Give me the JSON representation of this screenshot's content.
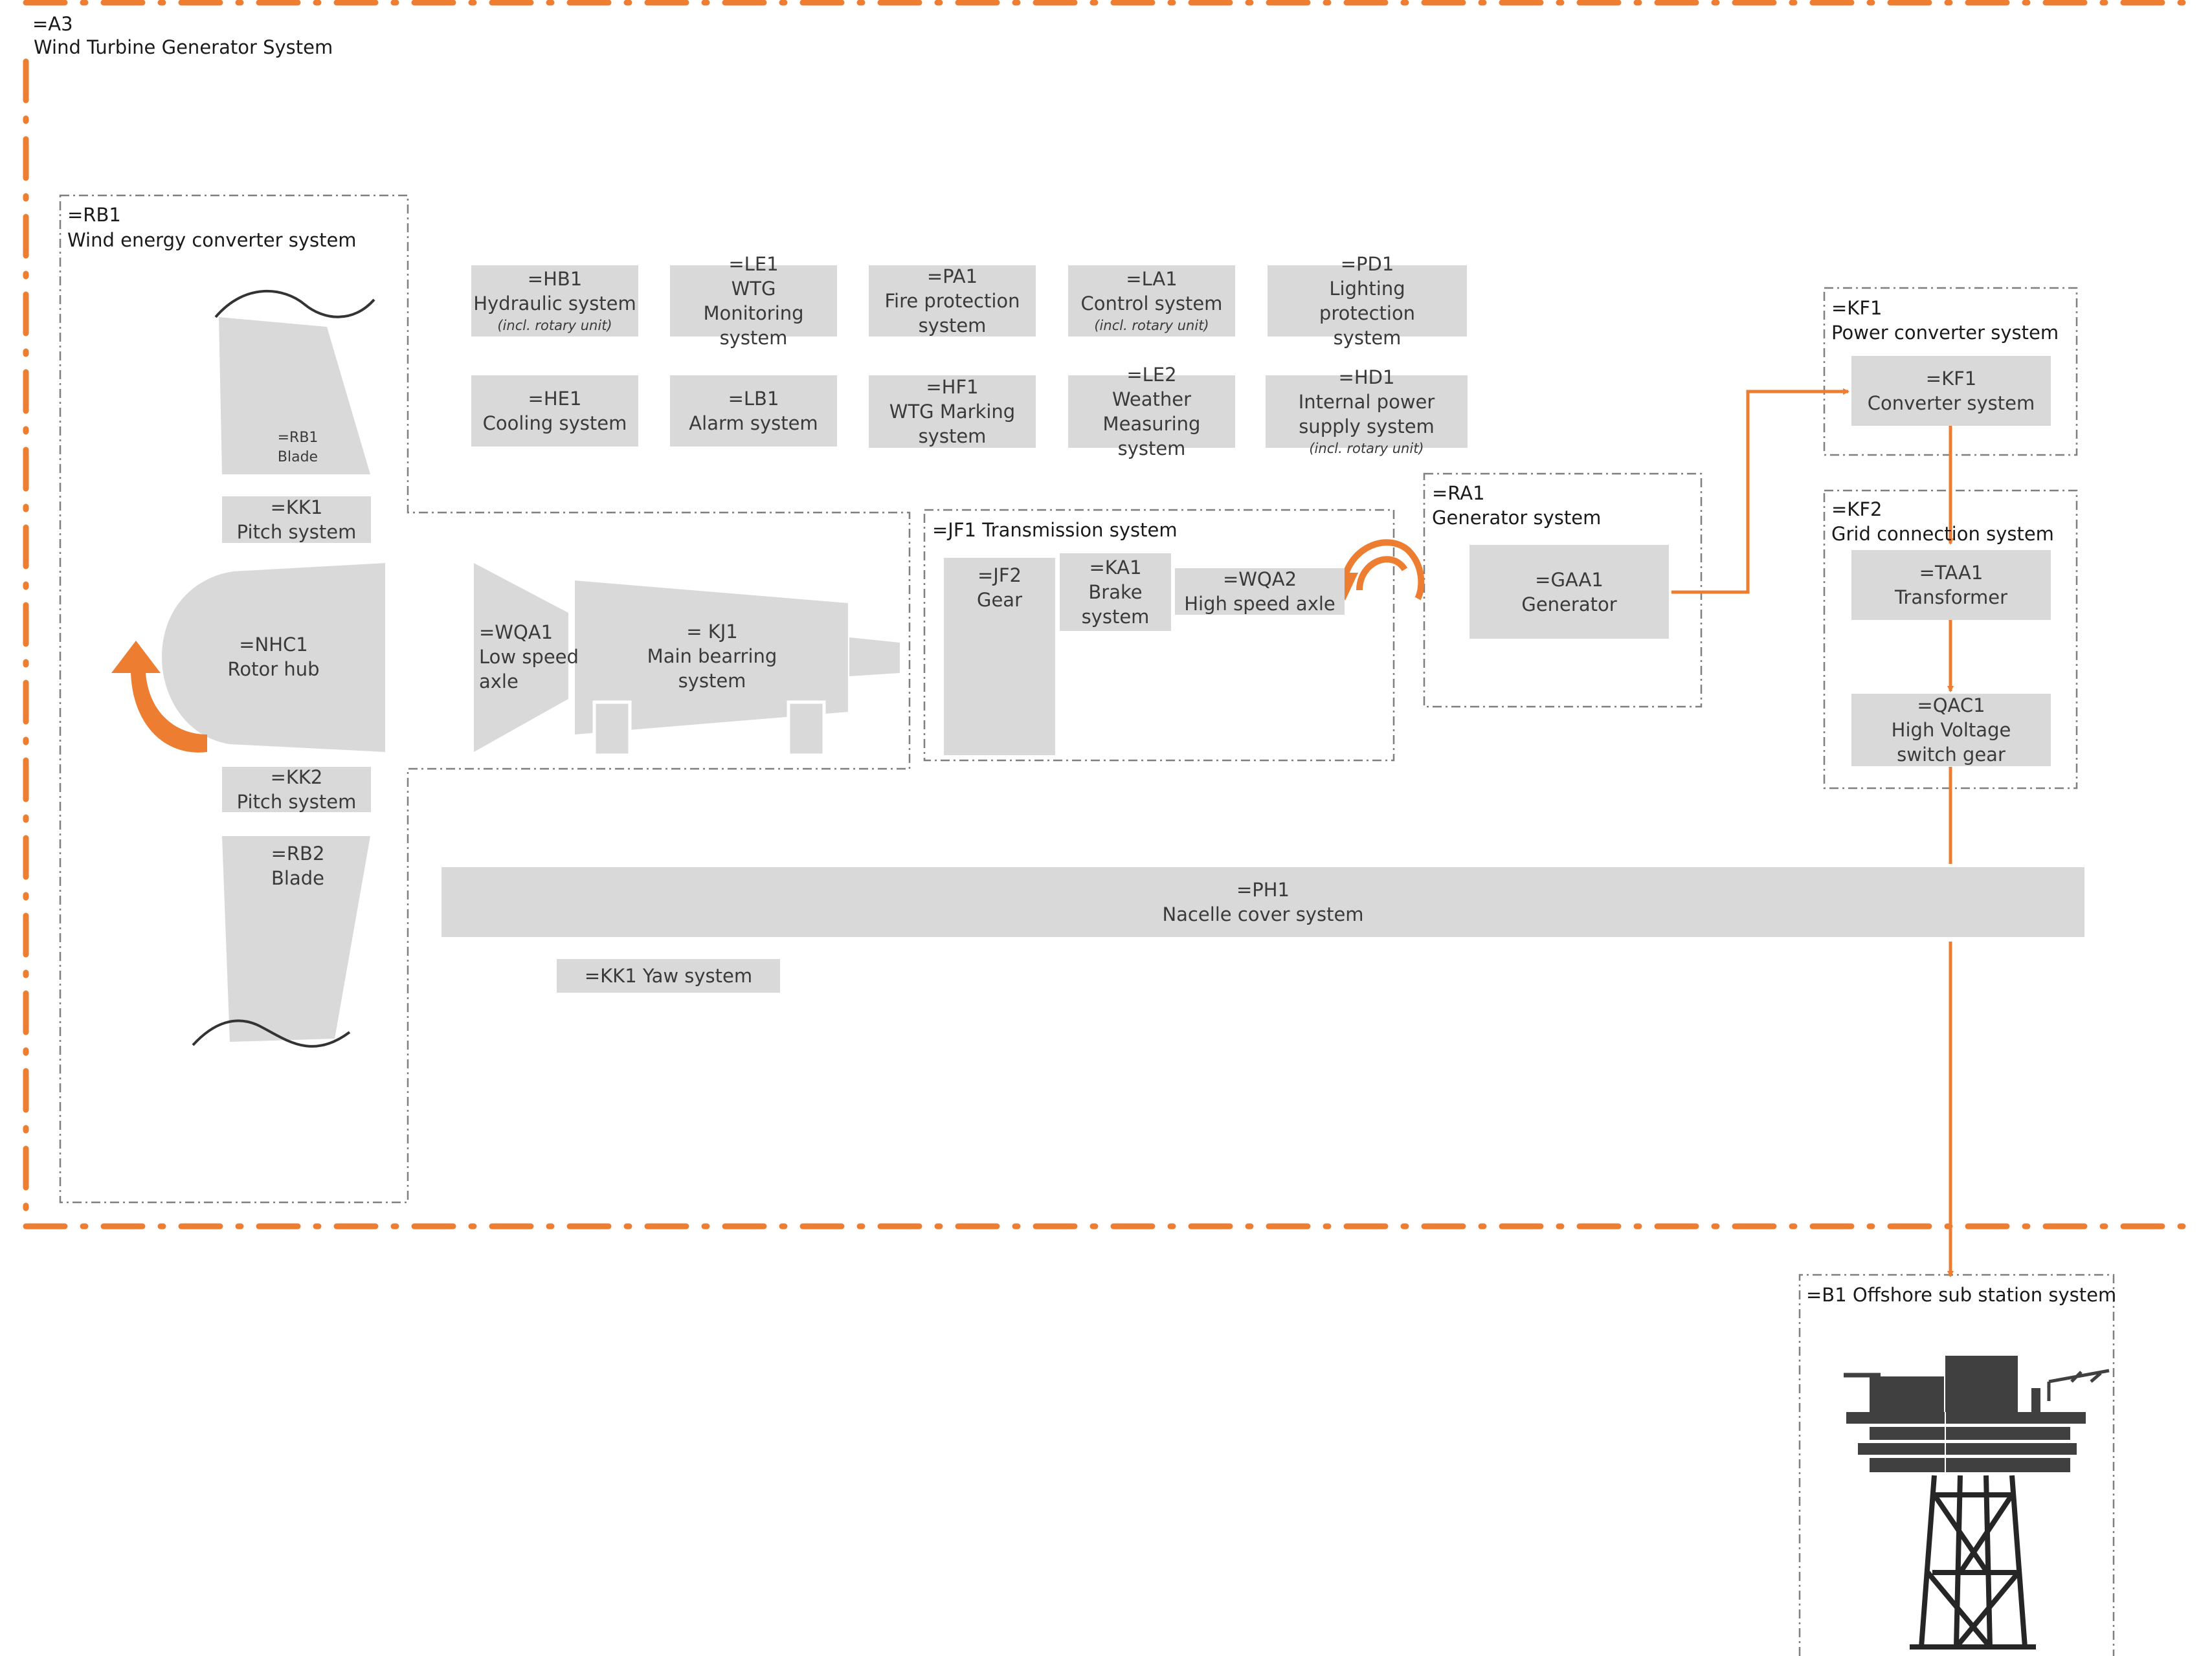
{
  "colors": {
    "accent": "#ed7d31",
    "box_fill": "#d9d9d9",
    "dashed": "#7f7f7f",
    "dark": "#404040"
  },
  "outer": {
    "id": "=A3",
    "title": "Wind Turbine Generator System"
  },
  "rb1": {
    "id": "=RB1",
    "title": "Wind energy converter system"
  },
  "blade1": {
    "id": "=RB1",
    "label": "Blade"
  },
  "kk1": {
    "id": "=KK1",
    "label": "Pitch system"
  },
  "hub": {
    "id": "=NHC1",
    "label": "Rotor hub"
  },
  "kk2": {
    "id": "=KK2",
    "label": "Pitch system"
  },
  "blade2": {
    "id": "=RB2",
    "label": "Blade"
  },
  "row1": [
    {
      "id": "=HB1",
      "label": "Hydraulic system",
      "note": "(incl. rotary unit)"
    },
    {
      "id": "=LE1",
      "label": "WTG Monitoring system",
      "note": ""
    },
    {
      "id": "=PA1",
      "label": "Fire protection system",
      "note": ""
    },
    {
      "id": "=LA1",
      "label": "Control system",
      "note": "(incl. rotary unit)"
    },
    {
      "id": "=PD1",
      "label": "Lighting protection system",
      "note": ""
    }
  ],
  "row2": [
    {
      "id": "=HE1",
      "label": "Cooling system",
      "note": ""
    },
    {
      "id": "=LB1",
      "label": "Alarm system",
      "note": ""
    },
    {
      "id": "=HF1",
      "label": "WTG Marking system",
      "note": ""
    },
    {
      "id": "=LE2",
      "label": "Weather Measuring system",
      "note": ""
    },
    {
      "id": "=HD1",
      "label": "Internal power supply system",
      "note": "(incl. rotary unit)"
    }
  ],
  "wqa1": {
    "id": "=WQA1",
    "line1": "Low speed",
    "line2": "axle"
  },
  "kj1": {
    "id": "= KJ1",
    "line1": "Main bearring",
    "line2": "system"
  },
  "jf1": {
    "title": "=JF1 Transmission system"
  },
  "jf2": {
    "id": "=JF2",
    "label": "Gear"
  },
  "ka1": {
    "id": "=KA1",
    "line1": "Brake",
    "line2": "system"
  },
  "wqa2": {
    "id": "=WQA2",
    "label": "High speed axle"
  },
  "ra1": {
    "id": "=RA1",
    "title": "Generator system"
  },
  "gaa1": {
    "id": "=GAA1",
    "label": "Generator"
  },
  "kf1": {
    "id": "=KF1",
    "title": "Power converter system"
  },
  "kf1box": {
    "id": "=KF1",
    "label": "Converter system"
  },
  "kf2": {
    "id": "=KF2",
    "title": "Grid connection system"
  },
  "taa1": {
    "id": "=TAA1",
    "label": "Transformer"
  },
  "qac1": {
    "id": "=QAC1",
    "line1": "High Voltage",
    "line2": "switch gear"
  },
  "ph1": {
    "id": "=PH1",
    "label": "Nacelle cover system"
  },
  "yaw": {
    "label": "=KK1 Yaw system"
  },
  "b1": {
    "title": "=B1 Offshore sub station system"
  }
}
